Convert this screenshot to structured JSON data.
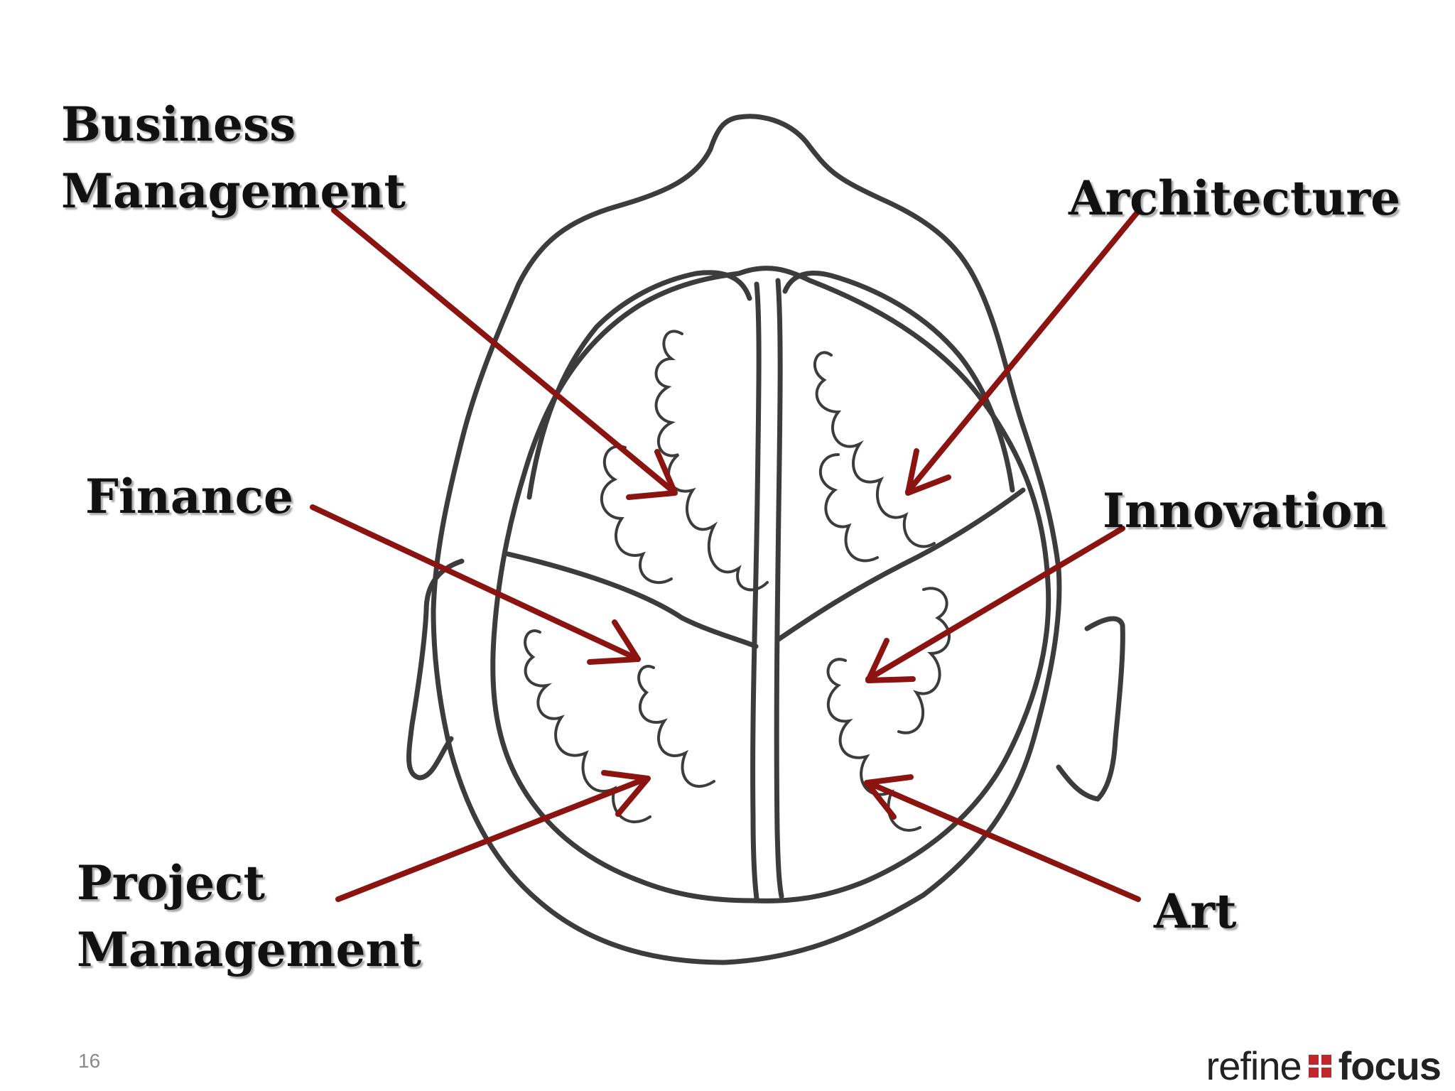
{
  "labels": {
    "business": [
      "Business",
      "Management"
    ],
    "architecture": "Architecture",
    "finance": "Finance",
    "innovation": "Innovation",
    "project": [
      "Project",
      "Management"
    ],
    "art": "Art"
  },
  "slide_number": "16",
  "logo": {
    "text_left": "refine",
    "text_right": "focus"
  },
  "colors": {
    "arrow": "#8b1410",
    "outline": "#3c3c3c",
    "logo_accent": "#c0272d"
  }
}
